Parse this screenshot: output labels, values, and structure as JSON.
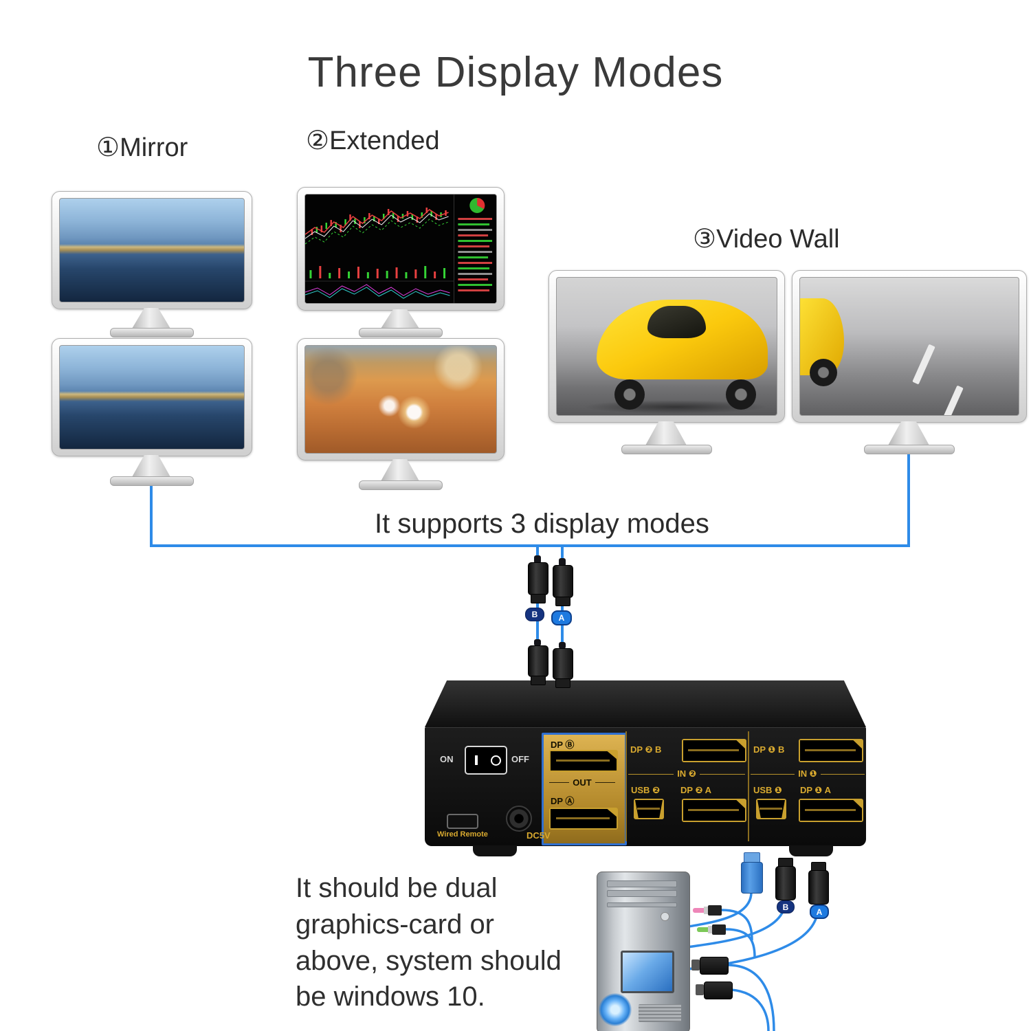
{
  "title": "Three Display Modes",
  "modes": [
    {
      "label": "①Mirror"
    },
    {
      "label": "②Extended"
    },
    {
      "label": "③Video Wall"
    }
  ],
  "caption": "It supports 3 display modes",
  "connectors": {
    "b": "B",
    "a": "A"
  },
  "device": {
    "power_on": "ON",
    "power_off": "OFF",
    "out": {
      "title": "OUT",
      "dp_b": "DP Ⓑ",
      "dp_a": "DP Ⓐ"
    },
    "in2": {
      "title": "IN ❷",
      "dp_b": "DP ❷ B",
      "usb": "USB ❷",
      "dp_a": "DP ❷ A"
    },
    "in1": {
      "title": "IN ❶",
      "dp_b": "DP ❶ B",
      "usb": "USB ❶",
      "dp_a": "DP ❶ A"
    },
    "wired_remote": "Wired Remote",
    "power_jack": "DC5V"
  },
  "note": "It should be dual\ngraphics-card or\nabove, system should\nbe windows 10.",
  "colors": {
    "cable_blue": "#2e8be8",
    "panel_gold": "#d8a92f",
    "highlight_blue": "#2f6fd0",
    "badge_b": "#15337f",
    "badge_a": "#1e7ae0"
  }
}
